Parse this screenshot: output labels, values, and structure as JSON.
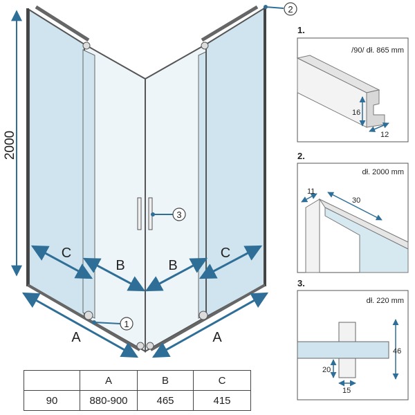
{
  "main": {
    "height_label": "2000",
    "dim_A": "A",
    "dim_B": "B",
    "dim_C": "C",
    "callouts": [
      "1",
      "2",
      "3"
    ]
  },
  "details": [
    {
      "num": "1.",
      "spec": "/90/ dł. 865 mm",
      "dims": [
        "16",
        "12"
      ]
    },
    {
      "num": "2.",
      "spec": "dł. 2000 mm",
      "dims": [
        "11",
        "30"
      ]
    },
    {
      "num": "3.",
      "spec": "dł. 220 mm",
      "dims": [
        "46",
        "20",
        "15"
      ]
    }
  ],
  "table": {
    "headers": [
      "",
      "A",
      "B",
      "C"
    ],
    "rows": [
      [
        "90",
        "880-900",
        "465",
        "415"
      ]
    ]
  },
  "colors": {
    "glass": "#cfe4ee",
    "arrow": "#2f6f97",
    "frame": "#555555"
  }
}
